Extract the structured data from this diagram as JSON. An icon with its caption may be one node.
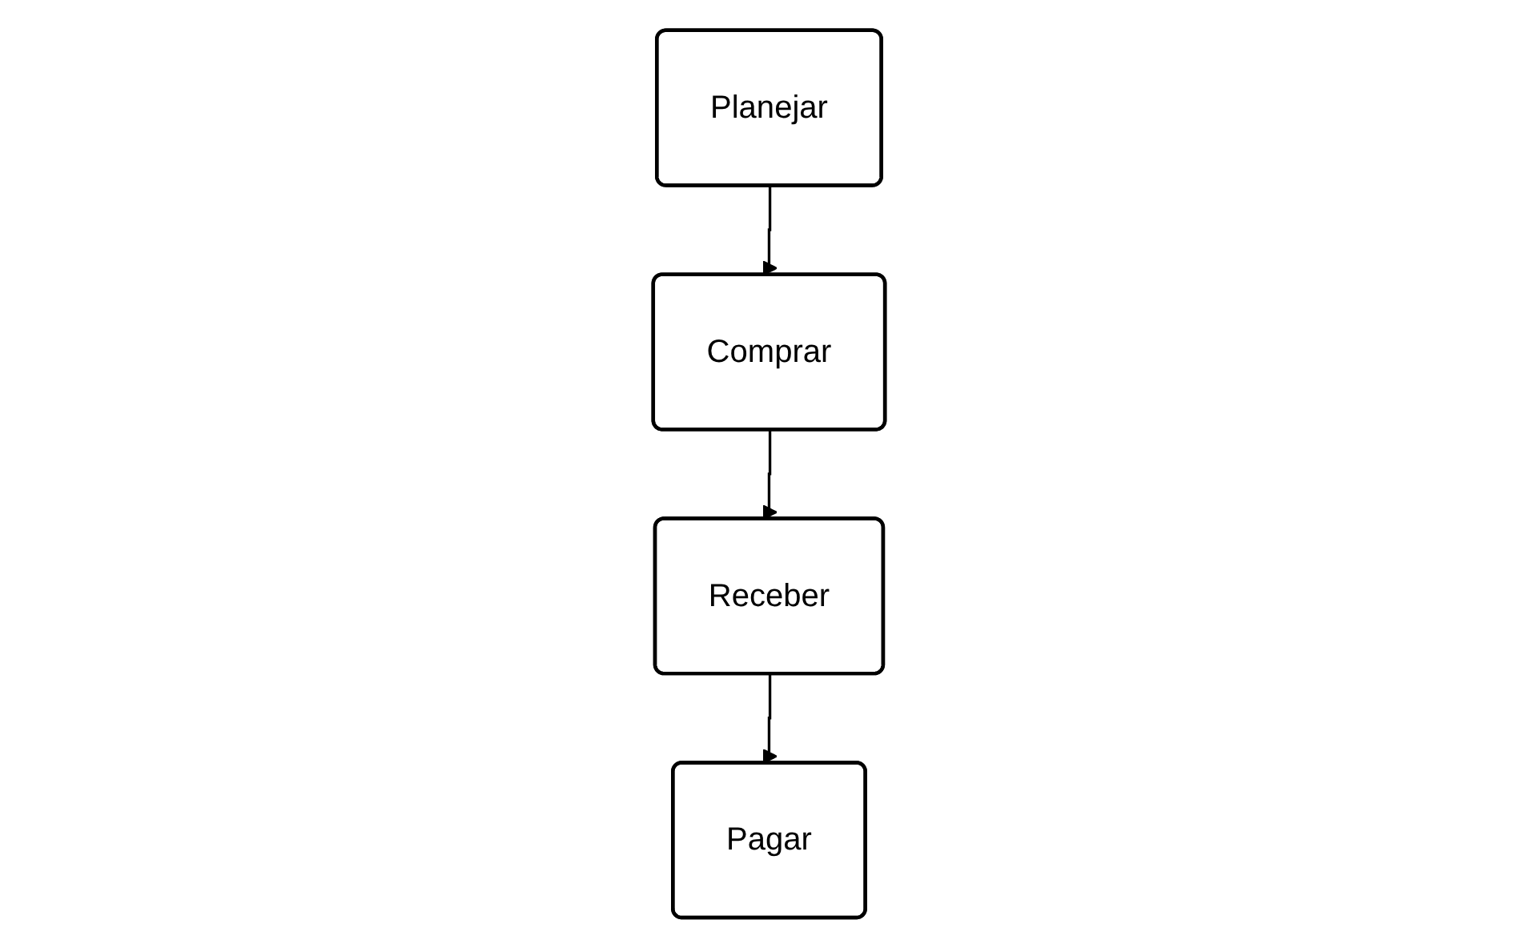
{
  "diagram": {
    "nodes": [
      {
        "text": [
          "Planejar"
        ]
      },
      {
        "text": [
          "Comprar"
        ]
      },
      {
        "text": [
          "Receber"
        ]
      },
      {
        "text": [
          "Pagar"
        ]
      }
    ],
    "edges": [
      {
        "from": 0,
        "to": 1,
        "arrow": "to"
      },
      {
        "from": 1,
        "to": 2,
        "arrow": "to"
      },
      {
        "from": 2,
        "to": 3,
        "arrow": "to"
      }
    ]
  }
}
